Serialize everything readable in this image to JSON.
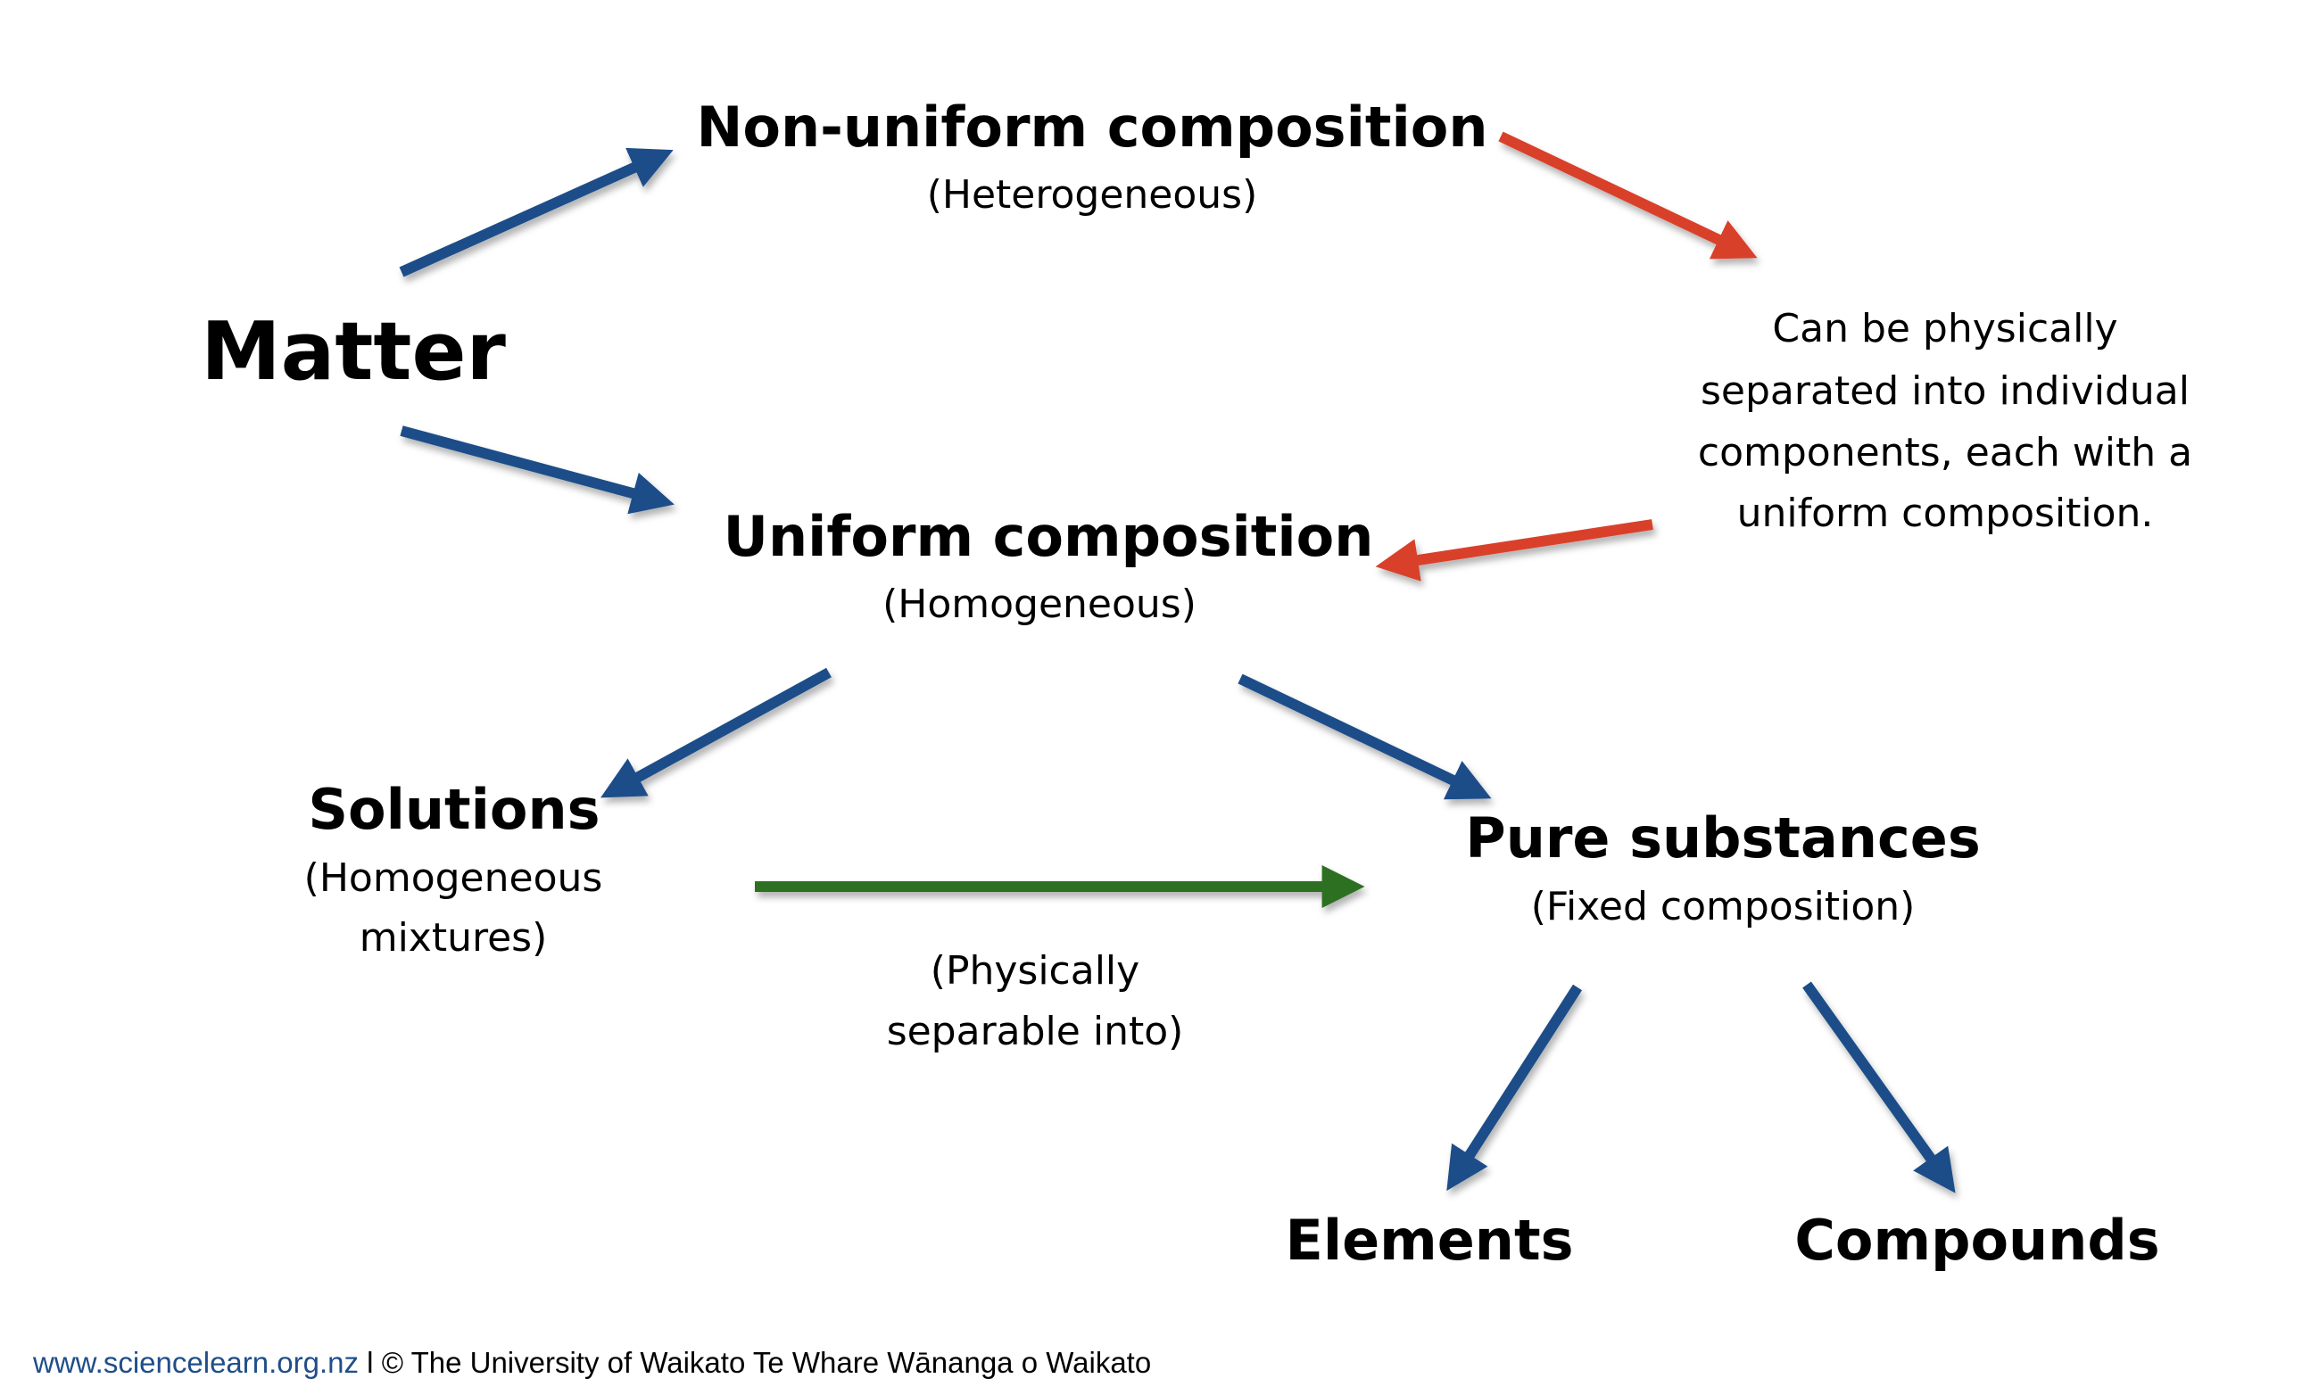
{
  "colors": {
    "blue_arrow": "#1f4e89",
    "red_arrow": "#d9402b",
    "green_arrow": "#2f6f24",
    "link": "#1f4e89"
  },
  "nodes": {
    "matter": "Matter",
    "non_uniform": {
      "title": "Non-uniform composition",
      "subtitle": "(Heterogeneous)"
    },
    "uniform": {
      "title": "Uniform composition",
      "subtitle": "(Homogeneous)"
    },
    "solutions": {
      "title": "Solutions",
      "subtitle_lines": [
        "(Homogeneous",
        "mixtures)"
      ]
    },
    "pure": {
      "title": "Pure substances",
      "subtitle": "(Fixed composition)"
    },
    "elements": "Elements",
    "compounds": "Compounds"
  },
  "notes": {
    "separation": [
      "Can be physically",
      "separated into individual",
      "components, each with a",
      "uniform composition."
    ],
    "physically_separable": [
      "(Physically",
      "separable into)"
    ]
  },
  "footer": {
    "link": "www.sciencelearn.org.nz",
    "separator": "l",
    "credit": "© The University of Waikato Te Whare Wānanga o Waikato"
  }
}
